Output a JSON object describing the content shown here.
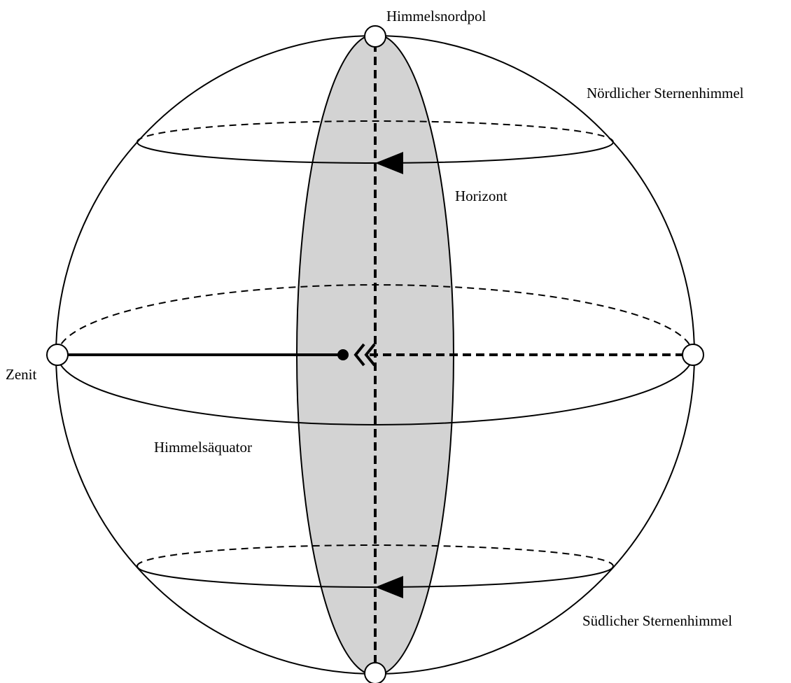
{
  "labels": {
    "north_pole": "Himmelsnordpol",
    "northern_sky": "Nördlicher Sternenhimmel",
    "horizon": "Horizont",
    "zenith": "Zenit",
    "celestial_equator": "Himmelsäquator",
    "southern_sky": "Südlicher Sternenhimmel"
  },
  "colors": {
    "stroke": "#000000",
    "horizon_fill": "#d3d3d3",
    "marker_fill": "#ffffff",
    "background": "#ffffff"
  }
}
